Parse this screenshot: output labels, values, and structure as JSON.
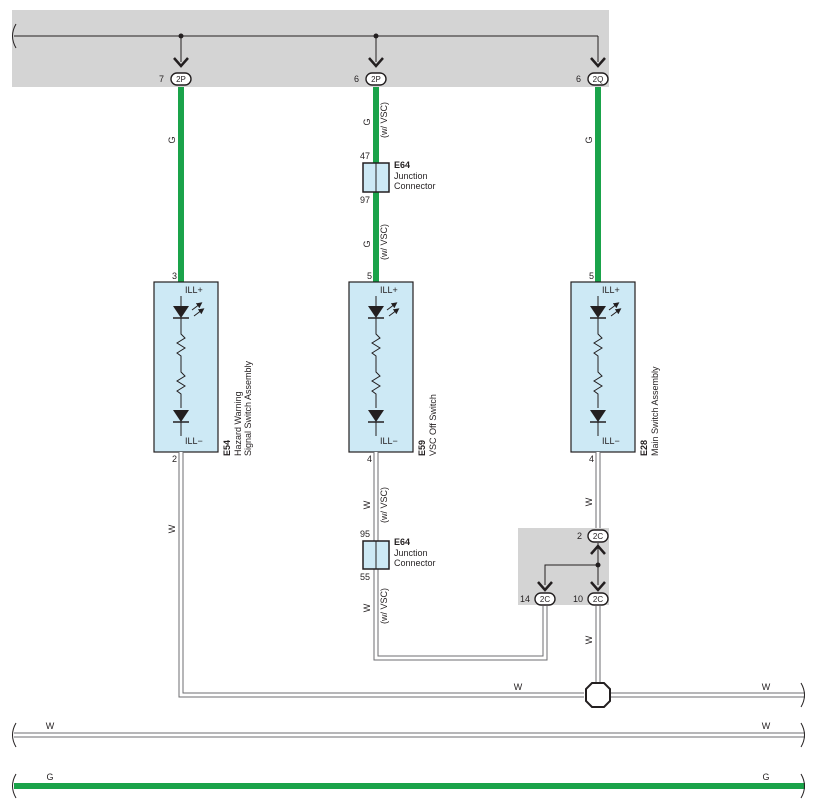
{
  "wire_labels": {
    "green": "G",
    "white": "W",
    "w_vsc": "(w/ VSC)"
  },
  "connectors": {
    "top_left": {
      "pin": "7",
      "code": "2P"
    },
    "top_mid": {
      "pin": "6",
      "code": "2P"
    },
    "top_right": {
      "pin": "6",
      "code": "2Q"
    },
    "j_upper": {
      "pin": "2",
      "code": "2C"
    },
    "j_left": {
      "pin": "14",
      "code": "2C"
    },
    "j_right": {
      "pin": "10",
      "code": "2C"
    }
  },
  "components": {
    "e54": {
      "id": "E54",
      "name_line1": "Hazard Warning",
      "name_line2": "Signal Switch Assembly",
      "pin_top": "3",
      "pin_bottom": "2",
      "term_top": "ILL+",
      "term_bottom": "ILL−"
    },
    "e59": {
      "id": "E59",
      "name_line1": "VSC Off Switch",
      "pin_top": "5",
      "pin_bottom": "4",
      "term_top": "ILL+",
      "term_bottom": "ILL−"
    },
    "e28": {
      "id": "E28",
      "name_line1": "Main Switch Assembly",
      "pin_top": "5",
      "pin_bottom": "4",
      "term_top": "ILL+",
      "term_bottom": "ILL−"
    }
  },
  "junctions": {
    "upper": {
      "id": "E64",
      "line1": "Junction",
      "line2": "Connector",
      "pin_a": "47",
      "pin_b": "97"
    },
    "lower": {
      "id": "E64",
      "line1": "Junction",
      "line2": "Connector",
      "pin_a": "95",
      "pin_b": "55"
    }
  },
  "colors": {
    "green_wire": "#1aa34a",
    "white_wire_outline": "#6d6e71",
    "block_fill": "#d4d4d4",
    "component_fill": "#cde9f5"
  }
}
